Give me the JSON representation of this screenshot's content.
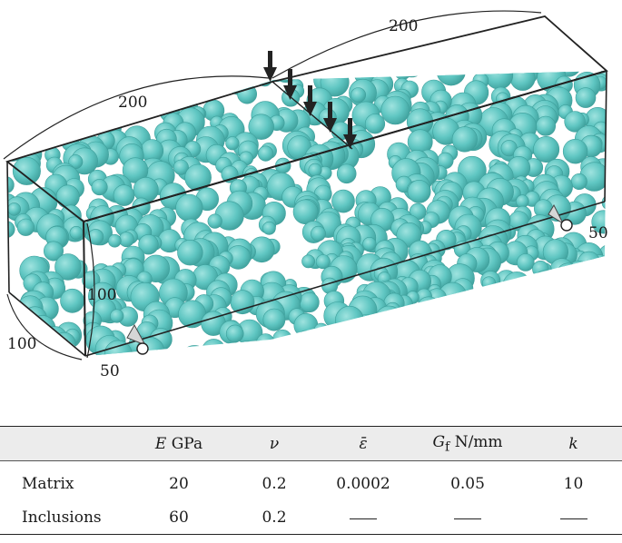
{
  "figure": {
    "dimension_labels": {
      "length_back": "200",
      "length_front": "200",
      "height": "100",
      "depth": "100",
      "support_left": "50",
      "support_right": "50"
    },
    "colors": {
      "inclusion_fill": "#5fc6c2",
      "inclusion_edge": "#3e9f9b",
      "edges": "#222222",
      "background": "#ffffff"
    }
  },
  "table": {
    "headers": {
      "material": "",
      "E_symbol": "E",
      "E_unit": "GPa",
      "nu": "ν",
      "eps": "ε̄",
      "Gf_symbol": "G",
      "Gf_sub": "f",
      "Gf_unit": "N/mm",
      "k": "k"
    },
    "rows": [
      {
        "material": "Matrix",
        "E": "20",
        "nu": "0.2",
        "eps": "0.0002",
        "Gf": "0.05",
        "k": "10"
      },
      {
        "material": "Inclusions",
        "E": "60",
        "nu": "0.2",
        "eps": "—",
        "Gf": "—",
        "k": "—"
      }
    ]
  }
}
